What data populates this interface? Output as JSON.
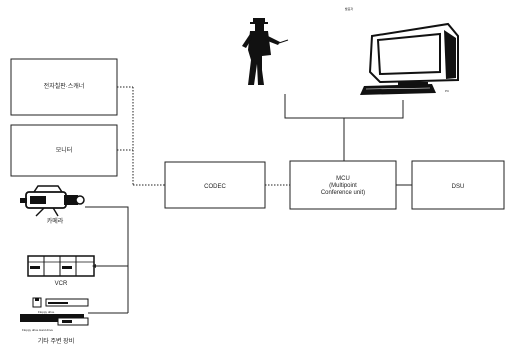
{
  "header": {
    "label": "발표자"
  },
  "devices": {
    "electronic_board": {
      "label": "전자칠판·스캐너"
    },
    "monitor": {
      "label": "모니터"
    },
    "camera": {
      "label": "카메라"
    },
    "vcr": {
      "label": "VCR"
    },
    "storage": {
      "floppy_label": "Floppy drive",
      "hard_disk_label": "Hard disk",
      "rack_text": "Floppy drive  Hard drive",
      "caption": "기타 주변 장비"
    }
  },
  "codec": {
    "label": "CODEC"
  },
  "mcu": {
    "title": "MCU",
    "line1": "(Multipoint",
    "line2": "Conference unit)"
  },
  "dsu": {
    "label": "DSU"
  },
  "workstation": {
    "tag": "PC"
  }
}
